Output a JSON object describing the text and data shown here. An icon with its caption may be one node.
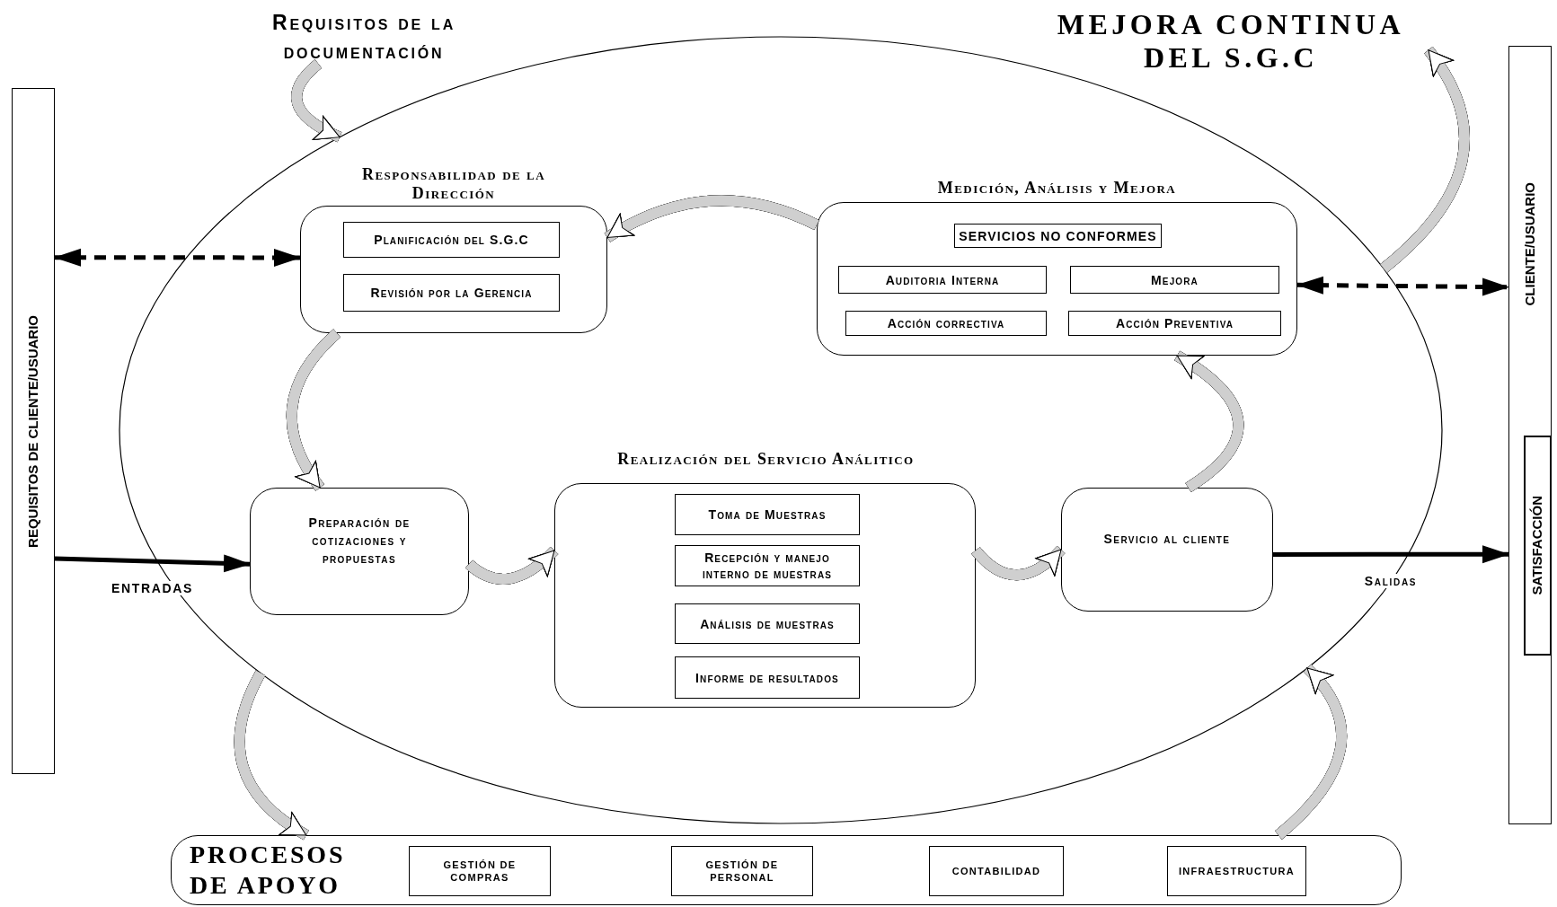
{
  "diagram": {
    "nodes": [
      {
        "text": [
          "Requisitos de la documentación"
        ]
      },
      {
        "text": [
          "MEJORA CONTINUA DEL S.G.C"
        ]
      },
      {
        "text": [
          "REQUISITOS DE CLIENTE/USUARIO"
        ]
      },
      {
        "text": [
          "CLIENTE/USUARIO"
        ]
      },
      {
        "text": [
          "SATISFACCIÓN"
        ],
        "in": 3
      },
      {
        "text": [],
        "shape": "ellipse"
      },
      {
        "text": [
          "Responsabilidad de la Dirección"
        ],
        "in": 5
      },
      {
        "text": [
          "Planificación del S.G.C"
        ],
        "in": 6
      },
      {
        "text": [
          "Revisión por la Gerencia"
        ],
        "in": 6
      },
      {
        "text": [
          "Medición, Análisis y Mejora"
        ],
        "in": 5
      },
      {
        "text": [
          "SERVICIOS NO CONFORMES"
        ],
        "in": 9
      },
      {
        "text": [
          "Auditoria Interna"
        ],
        "in": 9
      },
      {
        "text": [
          "Mejora"
        ],
        "in": 9
      },
      {
        "text": [
          "Acción correctiva"
        ],
        "in": 9
      },
      {
        "text": [
          "Acción Preventiva"
        ],
        "in": 9
      },
      {
        "text": [
          "Preparación de cotizaciones y propuestas"
        ],
        "in": 5
      },
      {
        "text": [
          "Realización del Servicio Análitico"
        ],
        "in": 5
      },
      {
        "text": [
          "Toma de Muestras"
        ],
        "in": 16
      },
      {
        "text": [
          "Recepción y manejo interno de muestras"
        ],
        "in": 16
      },
      {
        "text": [
          "Análisis de muestras"
        ],
        "in": 16
      },
      {
        "text": [
          "Informe de resultados"
        ],
        "in": 16
      },
      {
        "text": [
          "Servicio al cliente"
        ],
        "in": 5
      },
      {
        "text": [
          "PROCESOS DE APOYO"
        ]
      },
      {
        "text": [
          "GESTIÓN DE COMPRAS"
        ],
        "in": 22
      },
      {
        "text": [
          "GESTIÓN DE PERSONAL"
        ],
        "in": 22
      },
      {
        "text": [
          "CONTABILIDAD"
        ],
        "in": 22
      },
      {
        "text": [
          "INFRAESTRUCTURA"
        ],
        "in": 22
      }
    ],
    "edges": [
      {
        "from": 0,
        "to": 5,
        "arrow": "to"
      },
      {
        "from": 9,
        "to": 6,
        "arrow": "to"
      },
      {
        "from": 6,
        "to": 15,
        "arrow": "to"
      },
      {
        "from": 15,
        "to": 16,
        "arrow": "to"
      },
      {
        "from": 16,
        "to": 21,
        "arrow": "to"
      },
      {
        "from": 21,
        "to": 9,
        "arrow": "to"
      },
      {
        "from": 5,
        "to": 22,
        "arrow": "to"
      },
      {
        "from": 22,
        "to": 5,
        "arrow": "to"
      },
      {
        "from": 5,
        "to": 1,
        "arrow": "to"
      },
      {
        "from": 2,
        "to": 6,
        "arrow": "both",
        "style": "dashed",
        "color": "#000000"
      },
      {
        "from": 9,
        "to": 3,
        "arrow": "both",
        "style": "dashed",
        "color": "#000000"
      },
      {
        "from": 2,
        "to": 15,
        "arrow": "to",
        "color": "#000000",
        "label": "ENTRADAS"
      },
      {
        "from": 21,
        "to": 3,
        "arrow": "to",
        "color": "#000000",
        "label": "Salidas"
      }
    ]
  }
}
